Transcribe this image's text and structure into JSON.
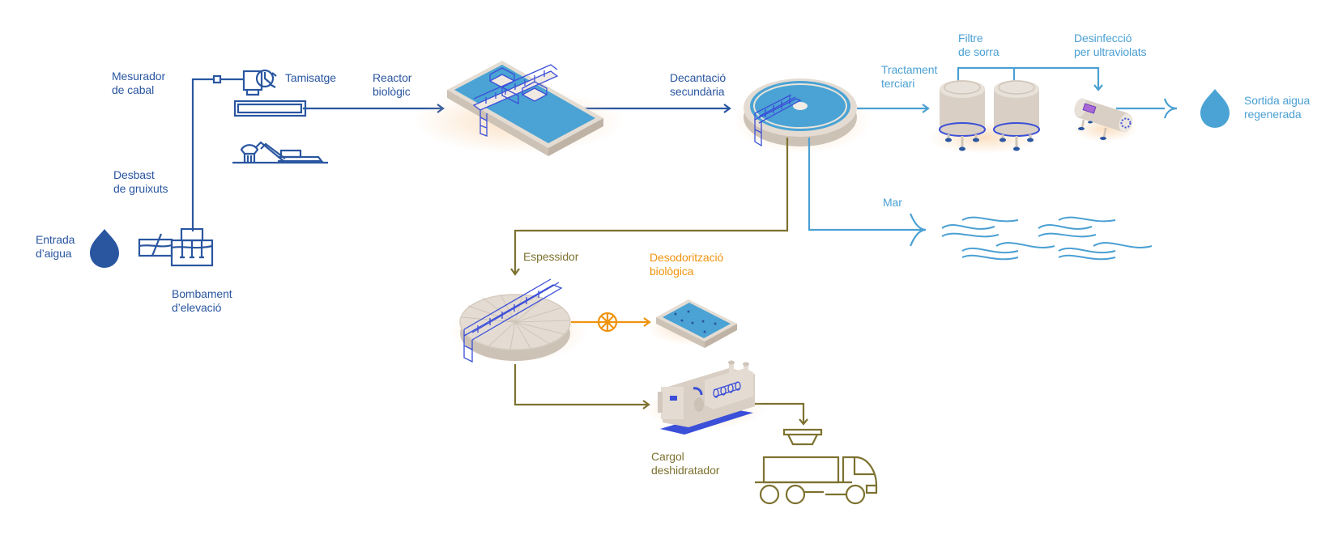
{
  "diagram": {
    "title": "Procés de depuració d'aigües residuals",
    "colors": {
      "water_line_dark": "#2a56a0",
      "water_line_light": "#4ba0d3",
      "sludge_line": "#7d7230",
      "odor_line": "#f0930f",
      "equipment_accent": "#3b4fd8",
      "tank_body": "#d9cfc4",
      "water_fill": "#4aa3d4"
    },
    "stages": {
      "inlet": {
        "label": "Entrada\nd’aigua",
        "icon": "water-drop-icon"
      },
      "coarse_screening": {
        "label": "Desbast\nde gruixuts",
        "icon": "screen-icon"
      },
      "lift_pumping": {
        "label": "Bombament\nd’elevació",
        "icon": "pump-icon"
      },
      "flow_meter": {
        "label": "Mesurador\nde cabal",
        "icon": "flow-meter-icon"
      },
      "sieving": {
        "label": "Tamisatge",
        "icon": "sieve-icon"
      },
      "bio_reactor": {
        "label": "Reactor\nbiològic",
        "icon": "reactor-tank-icon"
      },
      "secondary_settling": {
        "label": "Decantació\nsecundària",
        "icon": "clarifier-icon"
      },
      "tertiary_treatment": {
        "label": "Tractament\nterciari",
        "icon": "arrow-icon"
      },
      "sand_filter": {
        "label": "Filtre\nde sorra",
        "icon": "sand-filter-icon"
      },
      "uv_disinfection": {
        "label": "Desinfecció\nper ultraviolats",
        "icon": "uv-reactor-icon"
      },
      "reclaimed_outlet": {
        "label": "Sortida aigua\nregenerada",
        "icon": "water-drop-icon"
      },
      "sea": {
        "label": "Mar",
        "icon": "waves-icon"
      },
      "thickener": {
        "label": "Espessidor",
        "icon": "thickener-icon"
      },
      "bio_deodorization": {
        "label": "Desodorització\nbiològica",
        "icon": "biofilter-icon"
      },
      "screw_dewatering": {
        "label": "Cargol\ndeshidratador",
        "icon": "screw-press-icon"
      },
      "truck": {
        "label": "",
        "icon": "truck-icon"
      }
    }
  }
}
